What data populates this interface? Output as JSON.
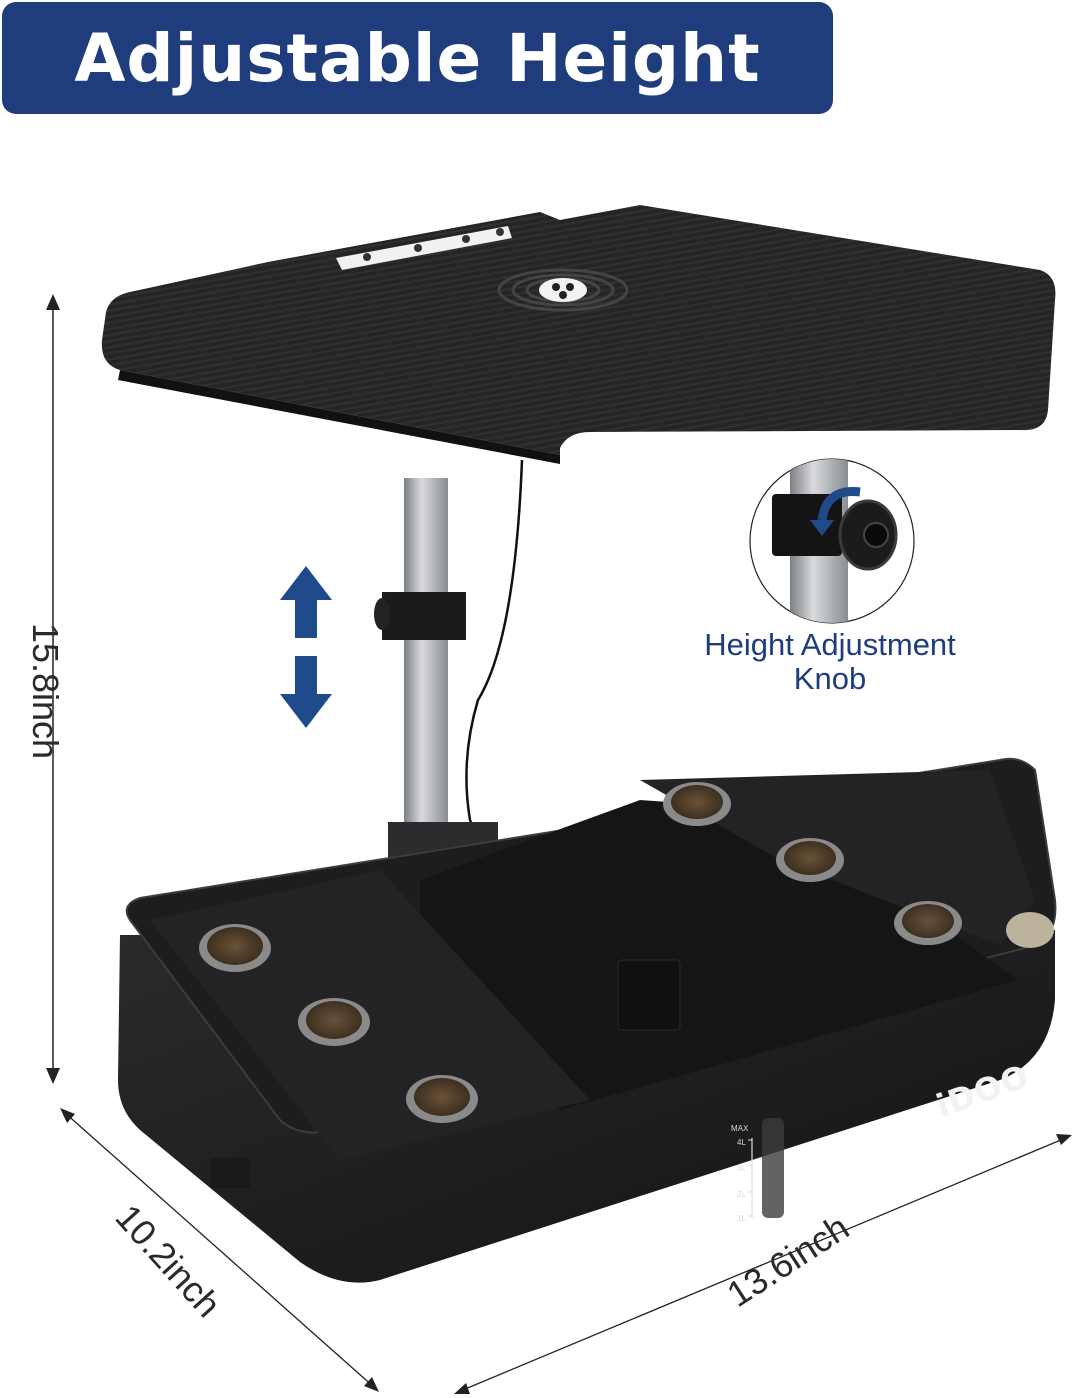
{
  "header": {
    "title": "Adjustable Height"
  },
  "dimensions": {
    "height": "15.8inch",
    "depth": "10.2inch",
    "width": "13.6inch"
  },
  "callout": {
    "label_line1": "Height Adjustment",
    "label_line2": "Knob"
  },
  "product": {
    "brand": "iDOO",
    "water_gauge": {
      "max_label": "MAX",
      "levels": [
        "4L",
        "3L",
        "2L",
        "1L"
      ]
    },
    "pod_count": 6
  },
  "icons": {
    "adjust_arrows": "up-down-arrows-icon",
    "rotate_arrow": "rotate-arrow-icon",
    "fan": "fan-icon"
  },
  "colors": {
    "brand_blue": "#1f3d7c",
    "device_black": "#1c1c1e",
    "pole_silver": "#a9acb0",
    "soil_brown": "#5a4530",
    "background": "#ffffff"
  }
}
